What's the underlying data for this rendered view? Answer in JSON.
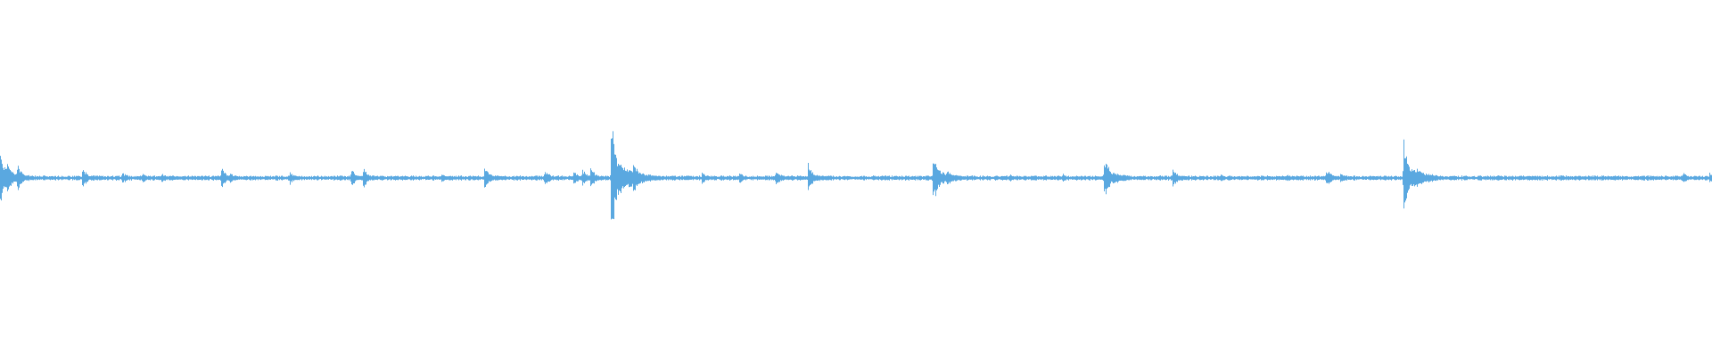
{
  "waveform": {
    "color": "#5aa8e0",
    "background": "#ffffff",
    "baseline_amplitude": 0.012,
    "transients": [
      {
        "t": 0.0,
        "amp": 0.2
      },
      {
        "t": 0.004,
        "amp": 0.12
      },
      {
        "t": 0.01,
        "amp": 0.1
      },
      {
        "t": 0.048,
        "amp": 0.07
      },
      {
        "t": 0.071,
        "amp": 0.05
      },
      {
        "t": 0.083,
        "amp": 0.05
      },
      {
        "t": 0.094,
        "amp": 0.04
      },
      {
        "t": 0.129,
        "amp": 0.09
      },
      {
        "t": 0.134,
        "amp": 0.05
      },
      {
        "t": 0.169,
        "amp": 0.05
      },
      {
        "t": 0.205,
        "amp": 0.07
      },
      {
        "t": 0.212,
        "amp": 0.08
      },
      {
        "t": 0.258,
        "amp": 0.04
      },
      {
        "t": 0.283,
        "amp": 0.09
      },
      {
        "t": 0.318,
        "amp": 0.07
      },
      {
        "t": 0.335,
        "amp": 0.06
      },
      {
        "t": 0.34,
        "amp": 0.07
      },
      {
        "t": 0.345,
        "amp": 0.08
      },
      {
        "t": 0.357,
        "amp": 0.47
      },
      {
        "t": 0.37,
        "amp": 0.13
      },
      {
        "t": 0.41,
        "amp": 0.05
      },
      {
        "t": 0.432,
        "amp": 0.04
      },
      {
        "t": 0.453,
        "amp": 0.07
      },
      {
        "t": 0.472,
        "amp": 0.1
      },
      {
        "t": 0.545,
        "amp": 0.2
      },
      {
        "t": 0.553,
        "amp": 0.08
      },
      {
        "t": 0.59,
        "amp": 0.03
      },
      {
        "t": 0.621,
        "amp": 0.03
      },
      {
        "t": 0.645,
        "amp": 0.18
      },
      {
        "t": 0.685,
        "amp": 0.08
      },
      {
        "t": 0.713,
        "amp": 0.03
      },
      {
        "t": 0.752,
        "amp": 0.03
      },
      {
        "t": 0.775,
        "amp": 0.07
      },
      {
        "t": 0.783,
        "amp": 0.04
      },
      {
        "t": 0.82,
        "amp": 0.3
      },
      {
        "t": 0.828,
        "amp": 0.09
      },
      {
        "t": 0.875,
        "amp": 0.03
      },
      {
        "t": 0.915,
        "amp": 0.02
      },
      {
        "t": 0.983,
        "amp": 0.05
      },
      {
        "t": 0.999,
        "amp": 0.05
      }
    ]
  }
}
